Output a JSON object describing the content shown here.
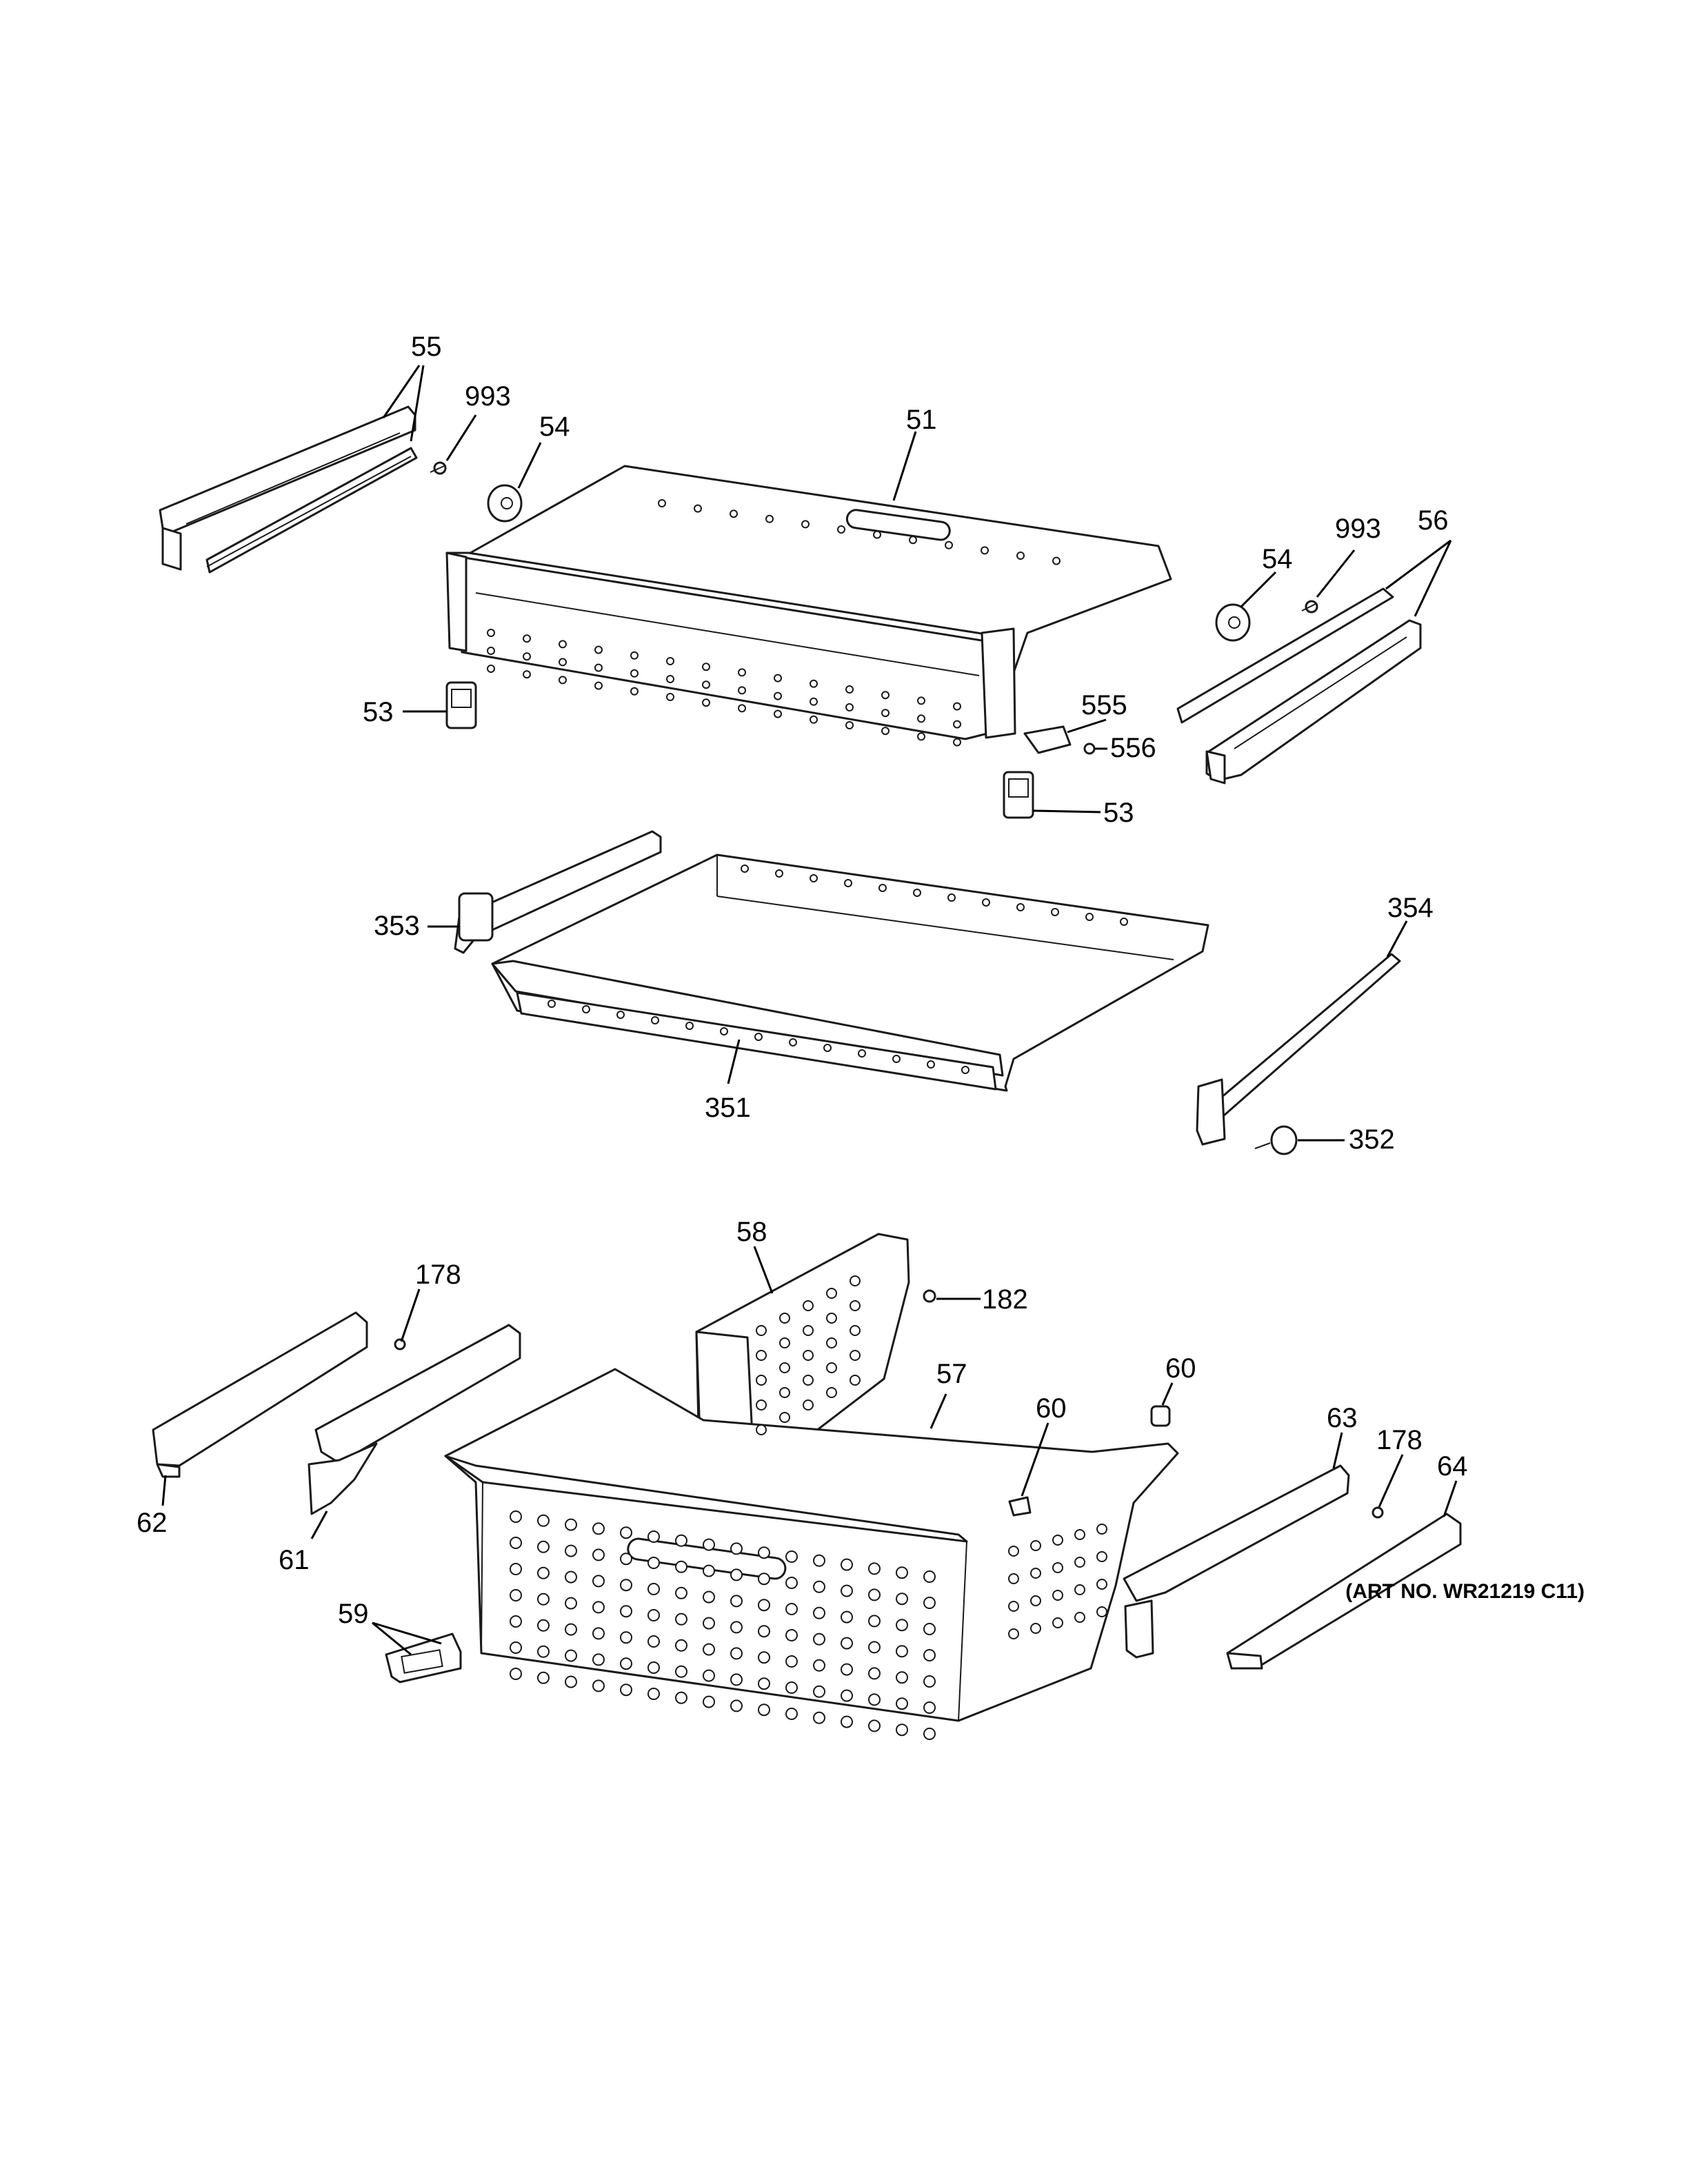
{
  "callouts": {
    "c55": "55",
    "c993a": "993",
    "c54a": "54",
    "c51": "51",
    "c993b": "993",
    "c56": "56",
    "c54b": "54",
    "c53a": "53",
    "c555": "555",
    "c556": "556",
    "c53b": "53",
    "c353": "353",
    "c354": "354",
    "c352": "352",
    "c351": "351",
    "c58": "58",
    "c178a": "178",
    "c182": "182",
    "c57": "57",
    "c60a": "60",
    "c60b": "60",
    "c63": "63",
    "c178b": "178",
    "c64": "64",
    "c62": "62",
    "c61": "61",
    "c59": "59"
  },
  "art_number": "(ART NO. WR21219 C11)"
}
